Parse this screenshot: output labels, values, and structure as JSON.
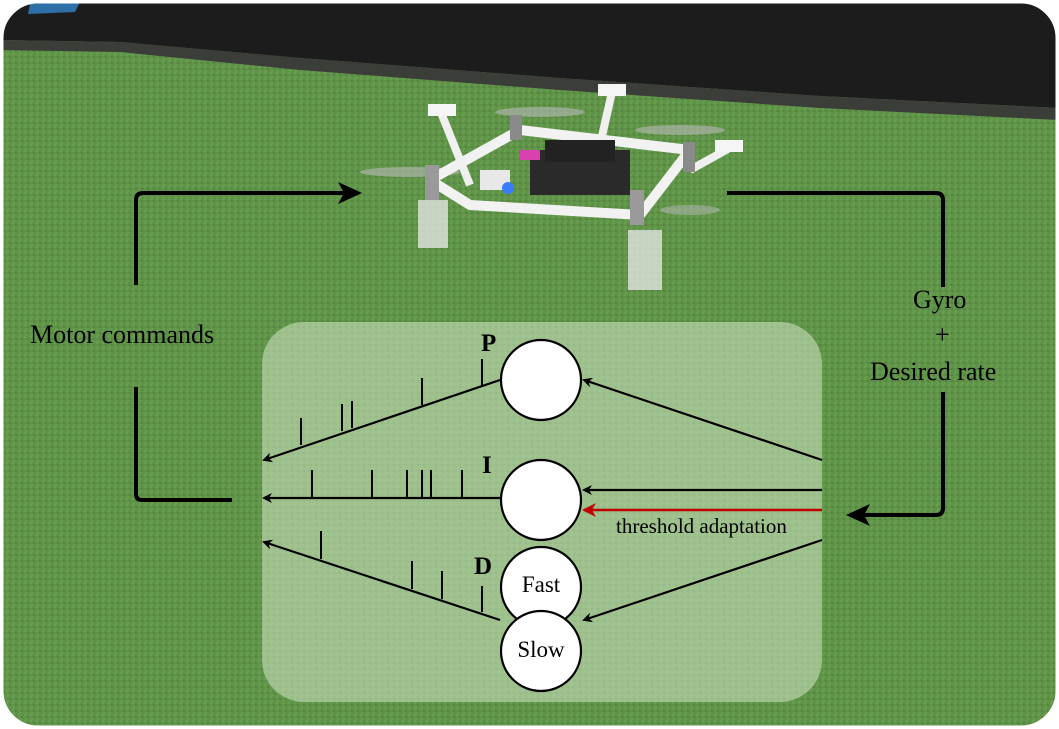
{
  "labels": {
    "motor_commands": "Motor commands",
    "gyro": "Gyro",
    "plus": "+",
    "desired_rate": "Desired rate",
    "threshold_adaptation": "threshold adaptation"
  },
  "neurons": {
    "p": {
      "letter": "P",
      "text": ""
    },
    "i": {
      "letter": "I",
      "text": ""
    },
    "d_fast": {
      "letter": "D",
      "text": "Fast"
    },
    "d_slow": {
      "text": "Slow"
    }
  },
  "colors": {
    "panel": "#cfe0c4",
    "grass": "#5a8f44",
    "wall": "#1f1f1f",
    "arrow": "#000000",
    "adaptation_arrow": "#c00000",
    "neuron_fill": "#ffffff"
  }
}
